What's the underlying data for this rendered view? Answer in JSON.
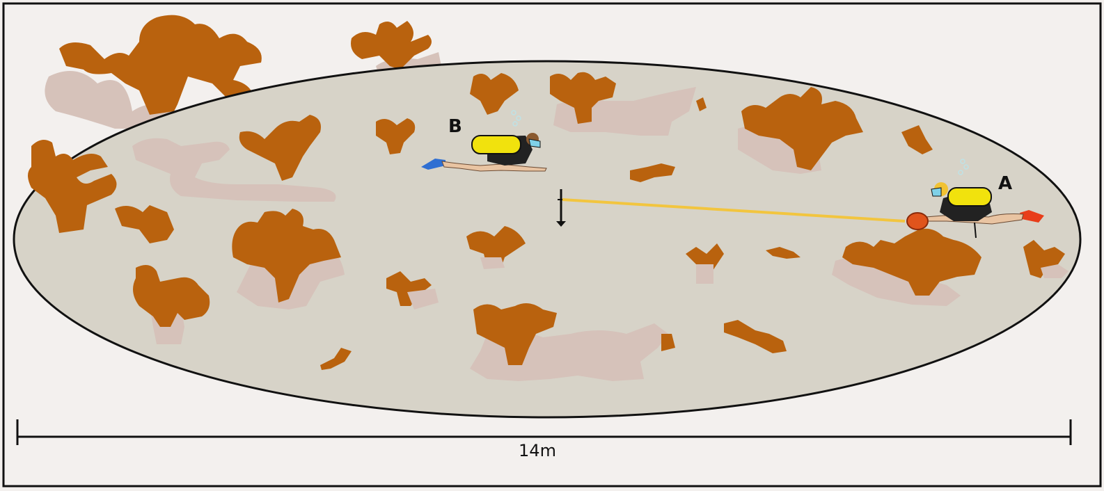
{
  "diagram": {
    "diver_a_label": "A",
    "diver_b_label": "B",
    "scale_label": "14m"
  },
  "colors": {
    "background": "#f3f0ee",
    "sea_floor": "#d7d3c8",
    "coral_primary": "#b9620e",
    "coral_secondary": "#d6c2ba",
    "tether_line": "#f2c53f",
    "outline": "#111111",
    "tank": "#f1e20d",
    "fin_b": "#2f6fd2",
    "fin_a": "#e83d1a",
    "reel": "#e0541c"
  }
}
